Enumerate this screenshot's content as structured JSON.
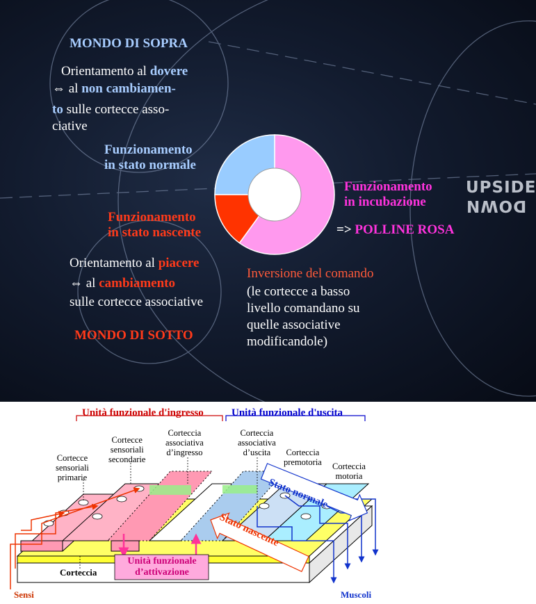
{
  "top": {
    "mondo_sopra": "MONDO DI SOPRA",
    "sopra_l1_a": "Orientamento al ",
    "sopra_l1_b": "dovere",
    "sopra_l2_arrow": "⇔",
    "sopra_l2_a": " al ",
    "sopra_l2_b": "non cambiamen-",
    "sopra_l3_a": "to",
    "sopra_l3_b": " sulle cortecce asso-",
    "sopra_l4": "ciative",
    "normale_1": "Funzionamento",
    "normale_2": "in stato normale",
    "nascente_1": "Funzionamento",
    "nascente_2": "in stato nascente",
    "incubazione_1": "Funzionamento",
    "incubazione_2": "in incubazione",
    "polline_arrow": "=> ",
    "polline": "POLLINE ROSA",
    "sotto_l1_a": "Orientamento al ",
    "sotto_l1_b": "piacere",
    "sotto_l2_arrow": "⇔",
    "sotto_l2_a": " al ",
    "sotto_l2_b": "cambiamento",
    "sotto_l3": "sulle cortecce associative",
    "mondo_sotto": "MONDO DI SOTTO",
    "inversione": "Inversione del comando",
    "inv_l1": "(le cortecce a basso",
    "inv_l2": "livello comandano su",
    "inv_l3": "quelle associative",
    "inv_l4": "modificandole)",
    "logo_upside": "UPSIDE",
    "logo_down": "DOWN"
  },
  "chart_data": {
    "type": "pie",
    "donut": true,
    "slices": [
      {
        "name": "Funzionamento in incubazione",
        "value": 60,
        "color": "#ff99ee"
      },
      {
        "name": "Funzionamento in stato nascente",
        "value": 15,
        "color": "#ff3300"
      },
      {
        "name": "Funzionamento in stato normale",
        "value": 25,
        "color": "#99ccff"
      }
    ]
  },
  "bottom": {
    "ingresso_title": "Unità funzionale d'ingresso",
    "uscita_title": "Unità funzionale d'uscita",
    "sens_prim": [
      "Cortecce",
      "sensoriali",
      "primarie"
    ],
    "sens_sec": [
      "Cortecce",
      "sensoriali",
      "secondarie"
    ],
    "assoc_ing": [
      "Corteccia",
      "associativa",
      "d’ingresso"
    ],
    "assoc_usc": [
      "Corteccia",
      "associativa",
      "d’uscita"
    ],
    "premotoria": [
      "Corteccia",
      "premotoria"
    ],
    "motoria": [
      "Corteccia",
      "motoria"
    ],
    "stato_normale": "Stato normale",
    "stato_nascente": "Stato nascente",
    "corteccia": "Corteccia",
    "attivazione_1": "Unità funzionale",
    "attivazione_2": "d’attivazione",
    "sensi": "Sensi",
    "muscoli": "Muscoli"
  },
  "colors": {
    "blue_text": "#a8cdff",
    "red_text": "#ff3a1a",
    "magenta_text": "#ff33dd",
    "ingresso_red": "#cc0000",
    "uscita_blue": "#0000cc"
  }
}
